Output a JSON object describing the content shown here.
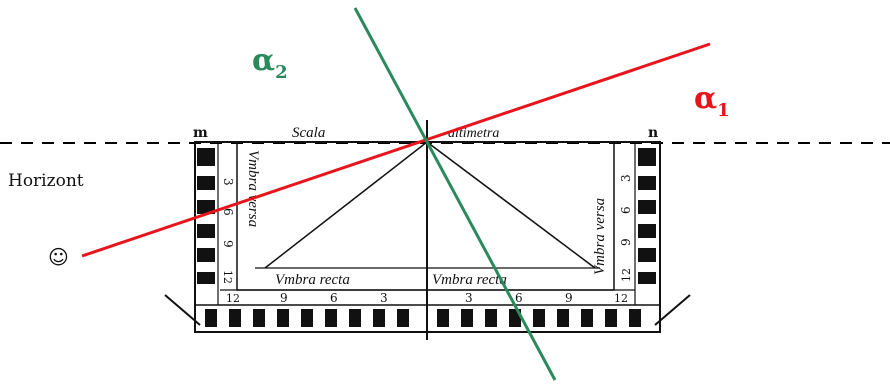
{
  "labels": {
    "alpha1": "α",
    "alpha1_sub": "1",
    "alpha2": "α",
    "alpha2_sub": "2",
    "horizon": "Horizont",
    "observer": "☺",
    "corner_left": "m",
    "corner_right": "n"
  },
  "quadrant": {
    "top_left": "Scala",
    "top_right": "altimetra",
    "side_left": "Vmbra versa",
    "side_right": "Vmbra versa",
    "bottom_left": "Vmbra recta",
    "bottom_right": "Vmbra recta",
    "left_scale": [
      "3",
      "6",
      "9",
      "12"
    ],
    "right_scale": [
      "3",
      "6",
      "9",
      "12"
    ],
    "bottom_scale_left": [
      "12",
      "9",
      "6",
      "3"
    ],
    "bottom_scale_right": [
      "3",
      "6",
      "9",
      "12"
    ]
  },
  "colors": {
    "alpha1_line": "#e8141c",
    "alpha2_line": "#2a8a5c",
    "horizon_line": "#000000",
    "ink": "#111111"
  }
}
